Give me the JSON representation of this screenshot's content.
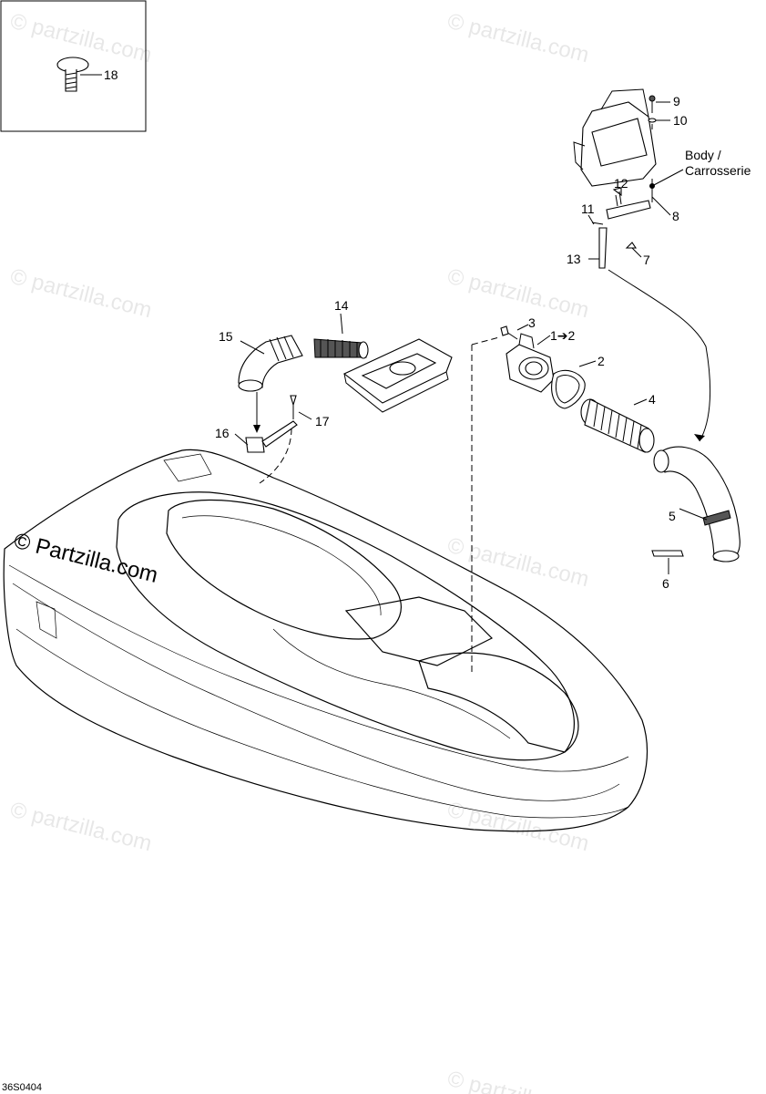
{
  "diagram_code": "36S0404",
  "watermark": {
    "text": "© Partzilla.com",
    "faded_text": "© partzilla.com"
  },
  "callouts": [
    {
      "id": "c1",
      "label": "1➔2"
    },
    {
      "id": "c2",
      "label": "2"
    },
    {
      "id": "c3",
      "label": "3"
    },
    {
      "id": "c4",
      "label": "4"
    },
    {
      "id": "c5",
      "label": "5"
    },
    {
      "id": "c6",
      "label": "6"
    },
    {
      "id": "c7",
      "label": "7"
    },
    {
      "id": "c8",
      "label": "8"
    },
    {
      "id": "c9",
      "label": "9"
    },
    {
      "id": "c10",
      "label": "10"
    },
    {
      "id": "c11",
      "label": "11"
    },
    {
      "id": "c12",
      "label": "12"
    },
    {
      "id": "c13",
      "label": "13"
    },
    {
      "id": "c14",
      "label": "14"
    },
    {
      "id": "c15",
      "label": "15"
    },
    {
      "id": "c16",
      "label": "16"
    },
    {
      "id": "c17",
      "label": "17"
    },
    {
      "id": "c18",
      "label": "18"
    }
  ],
  "body_label": {
    "line1": "Body /",
    "line2": "Carrosserie"
  }
}
